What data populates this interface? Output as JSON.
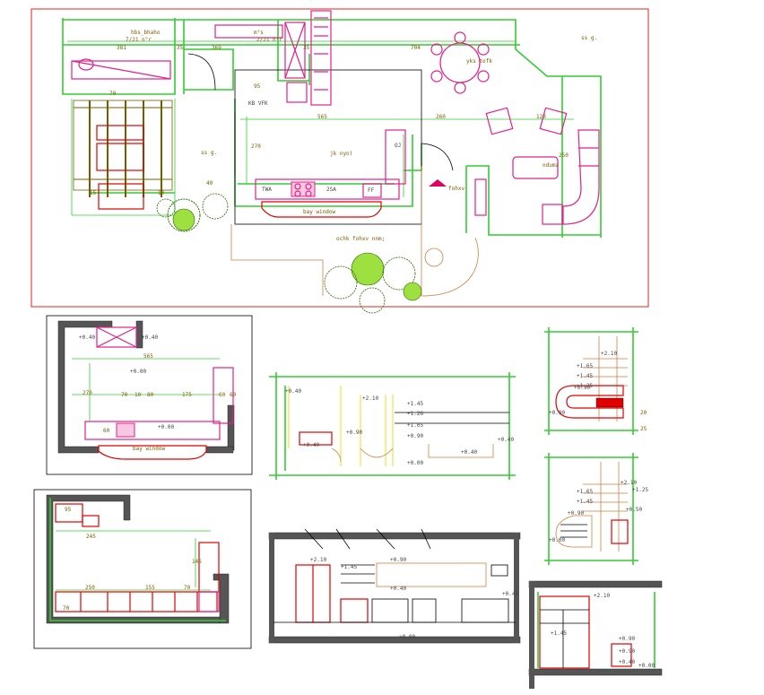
{
  "plan": {
    "labels": {
      "bath": "hbs_bhaho",
      "bath_area": "7/21 n°r",
      "wc": "m°s",
      "wc_area": "2/21 n°r",
      "dining": "yks tofk",
      "living": "nduma",
      "kitchen": "jk nyo)",
      "kitchen_tag": "KB VFK",
      "sink_tag": "TWA",
      "hob_tag": "2SA",
      "fridge_tag": "FF",
      "oven_tag": "OJ",
      "bay_window": "bay window",
      "entrance": "fohxv",
      "garden": "ochk fohxv nnm;",
      "yard_left": "ss g.",
      "yard_right": "ss g."
    },
    "dims": {
      "d381": "381",
      "d35a": "35",
      "d369": "369",
      "d35b": "35",
      "d704": "704",
      "d565": "565",
      "d260": "260",
      "d120": "120",
      "d70": "70",
      "d15": "15",
      "d10": "10",
      "d270": "270",
      "d250": "250",
      "d95": "95",
      "d40": "40"
    }
  },
  "detail_a": {
    "dim_top": "565",
    "dim_side": "270",
    "dims_row": [
      "70",
      "10",
      "80",
      "175",
      "60",
      "60"
    ],
    "dim_small": "60",
    "level_a": "+0.40",
    "level_b": "+0.40",
    "level_c": "+0.00",
    "level_d": "+0.00",
    "bay_window": "bay window"
  },
  "detail_b": {
    "dim_top": "95",
    "dim_mid": "245",
    "dim_side": "145",
    "dims_row": [
      "250",
      "155",
      "70"
    ],
    "dim_bottom": "70"
  },
  "elev_1": {
    "levels": [
      "+0.40",
      "+0.40",
      "+2.10",
      "+1.45",
      "+1.26",
      "+1.05",
      "+0.90",
      "+0.90",
      "+0.40",
      "+0.00",
      "+0.40"
    ]
  },
  "elev_2": {
    "levels": [
      "+2.10",
      "+1.65",
      "+1.45",
      "+1.25",
      "+0.90",
      "+0.00"
    ],
    "dims": [
      "25",
      "20"
    ]
  },
  "elev_3": {
    "levels": [
      "+2.10",
      "+1.65",
      "+1.45",
      "+1.25",
      "+0.90",
      "+0.50",
      "+0.00"
    ]
  },
  "elev_4": {
    "levels": [
      "+2.10",
      "+1.45",
      "+0.90",
      "+0.40",
      "+0.00",
      "+0.40"
    ]
  },
  "elev_5": {
    "levels": [
      "+2.10",
      "+1.45",
      "+0.90",
      "+0.90",
      "+0.40",
      "+0.00"
    ]
  }
}
